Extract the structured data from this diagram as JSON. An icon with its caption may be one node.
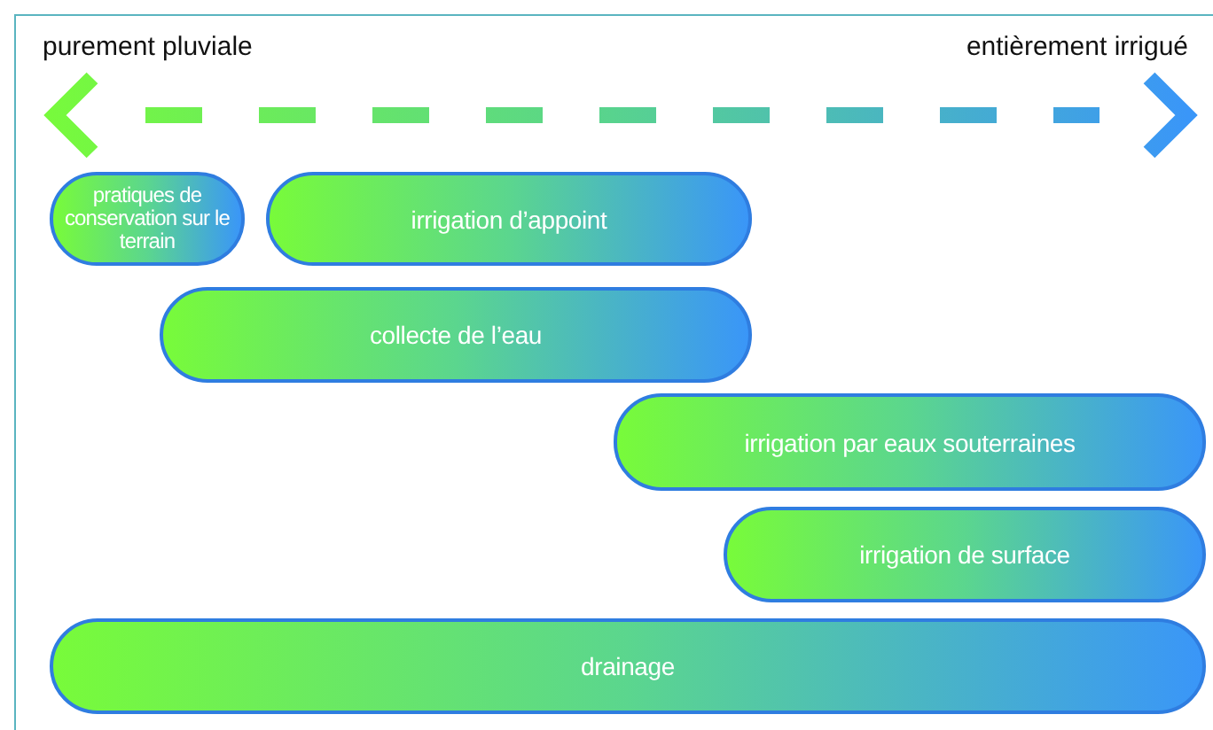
{
  "diagram": {
    "nodes": [
      {
        "text": [
          "pratiques de conservation sur le terrain"
        ]
      },
      {
        "text": [
          "irrigation d’appoint"
        ]
      },
      {
        "text": [
          "collecte de l’eau"
        ]
      },
      {
        "text": [
          "irrigation par eaux souterraines"
        ]
      },
      {
        "text": [
          "irrigation de surface"
        ]
      },
      {
        "text": [
          "drainage"
        ]
      }
    ],
    "edges": [],
    "labels": [
      "purement pluviale",
      "entièrement irrigué"
    ]
  }
}
